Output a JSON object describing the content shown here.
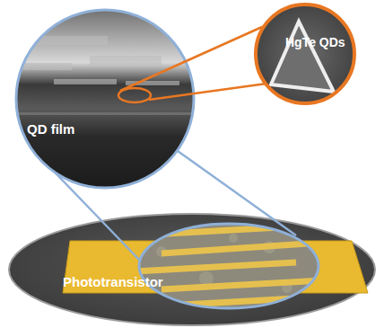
{
  "diagram": {
    "nodes": [
      {
        "text": [
          "QD film"
        ]
      },
      {
        "text": [
          "HgTe QDs"
        ]
      },
      {
        "text": [
          "Phototransistor"
        ]
      }
    ]
  }
}
